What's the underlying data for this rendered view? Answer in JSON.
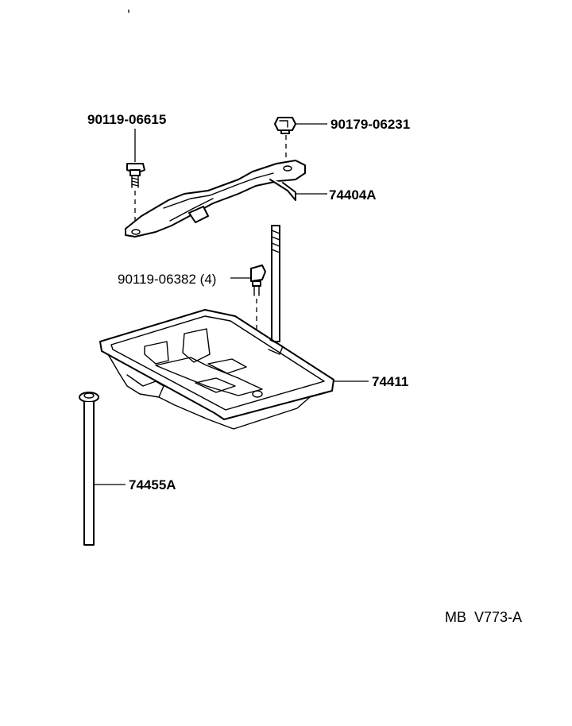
{
  "diagram": {
    "parts": [
      {
        "id": "bolt-top-left",
        "label": "90119-06615"
      },
      {
        "id": "bolt-top-right",
        "label": "90179-06231"
      },
      {
        "id": "clamp",
        "label": "74404A"
      },
      {
        "id": "bolt-tray",
        "label": "90119-06382 (4)"
      },
      {
        "id": "tray",
        "label": "74411"
      },
      {
        "id": "rod",
        "label": "74455A"
      }
    ],
    "reference_code": "MB  V773-A"
  }
}
